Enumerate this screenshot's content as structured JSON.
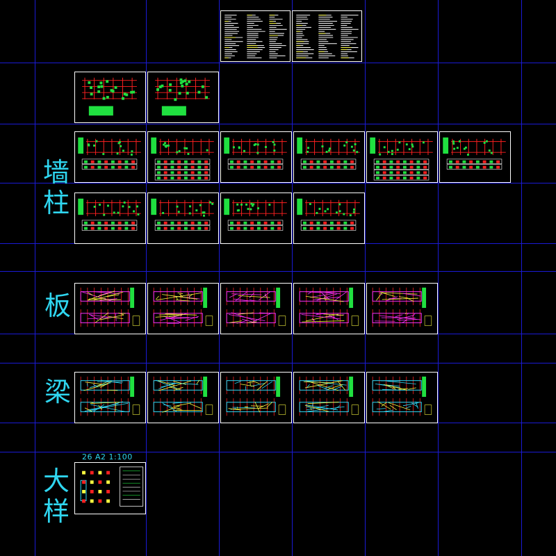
{
  "colors": {
    "background": "#000000",
    "grid": "#1b1bd6",
    "frame": "#ffffff",
    "label": "#2fd6f0",
    "red": "#ff2020",
    "green": "#20e040",
    "magenta": "#ff30ff",
    "cyan": "#30e0ff",
    "yellow": "#ffff40"
  },
  "labels": {
    "wall_column": [
      "墙",
      "柱"
    ],
    "slab": "板",
    "beam": "梁",
    "detail": [
      "大",
      "样"
    ]
  },
  "scale_note": "26  A2  1:100",
  "sections": [
    {
      "name": "general-notes",
      "sheets": [
        {
          "style": "notes"
        },
        {
          "style": "notes"
        }
      ]
    },
    {
      "name": "foundation",
      "sheets": [
        {
          "style": "plan-green"
        },
        {
          "style": "plan-green"
        }
      ]
    },
    {
      "name": "wall-column-row-1",
      "sheets": [
        {
          "style": "column"
        },
        {
          "style": "column-table"
        },
        {
          "style": "column"
        },
        {
          "style": "column"
        },
        {
          "style": "column-table"
        },
        {
          "style": "column"
        }
      ]
    },
    {
      "name": "wall-column-row-2",
      "sheets": [
        {
          "style": "column"
        },
        {
          "style": "column"
        },
        {
          "style": "column"
        },
        {
          "style": "column"
        }
      ]
    },
    {
      "name": "slab",
      "sheets": [
        {
          "style": "slab"
        },
        {
          "style": "slab"
        },
        {
          "style": "slab"
        },
        {
          "style": "slab"
        },
        {
          "style": "slab"
        }
      ]
    },
    {
      "name": "beam",
      "sheets": [
        {
          "style": "beam"
        },
        {
          "style": "beam"
        },
        {
          "style": "beam"
        },
        {
          "style": "beam"
        },
        {
          "style": "beam"
        }
      ]
    },
    {
      "name": "detail",
      "sheets": [
        {
          "style": "detail"
        }
      ]
    }
  ]
}
